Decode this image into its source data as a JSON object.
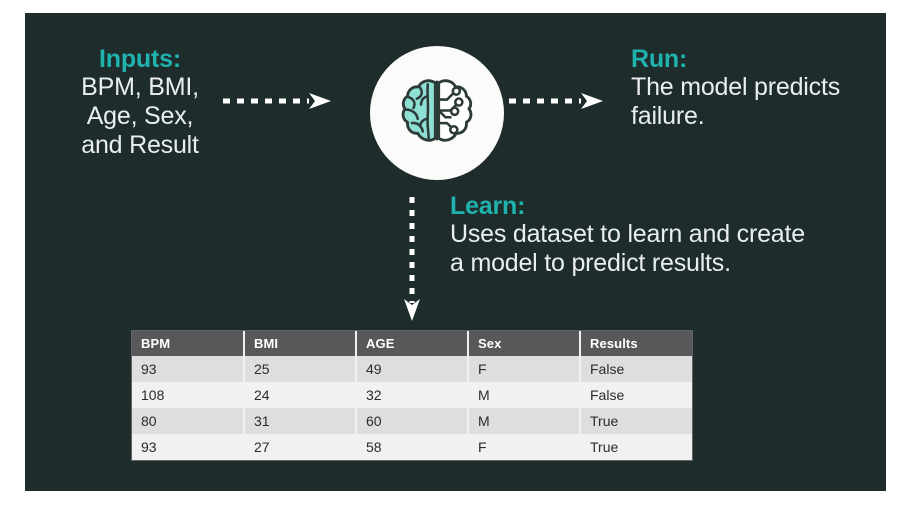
{
  "panel": {
    "background_color": "#1e2c2b",
    "accent_color": "#20b2ad",
    "text_color": "#e9eeee"
  },
  "inputs": {
    "heading": "Inputs:",
    "line1": "BPM, BMI,",
    "line2": "Age, Sex,",
    "line3": "and Result"
  },
  "run": {
    "heading": "Run:",
    "line1": "The model predicts",
    "line2": "failure."
  },
  "learn": {
    "heading": "Learn:",
    "line1": "Uses dataset to learn and create",
    "line2": "a model to predict results."
  },
  "brain": {
    "icon_name": "ai-brain-icon",
    "organic_color": "#8fe0d4",
    "outline_color": "#2c3a39",
    "circle_color": "#fbfbfa"
  },
  "arrows": {
    "inputs_to_brain": "dashed-arrow-right",
    "brain_to_run": "dashed-arrow-right",
    "brain_to_table": "dotted-arrow-down",
    "color": "#ffffff"
  },
  "table": {
    "headers": [
      "BPM",
      "BMI",
      "AGE",
      "Sex",
      "Results"
    ],
    "rows": [
      [
        "93",
        "25",
        "49",
        "F",
        "False"
      ],
      [
        "108",
        "24",
        "32",
        "M",
        "False"
      ],
      [
        "80",
        "31",
        "60",
        "M",
        "True"
      ],
      [
        "93",
        "27",
        "58",
        "F",
        "True"
      ]
    ],
    "header_bg": "#58585a",
    "row_bg_odd": "#dedede",
    "row_bg_even": "#f1f1f1"
  }
}
